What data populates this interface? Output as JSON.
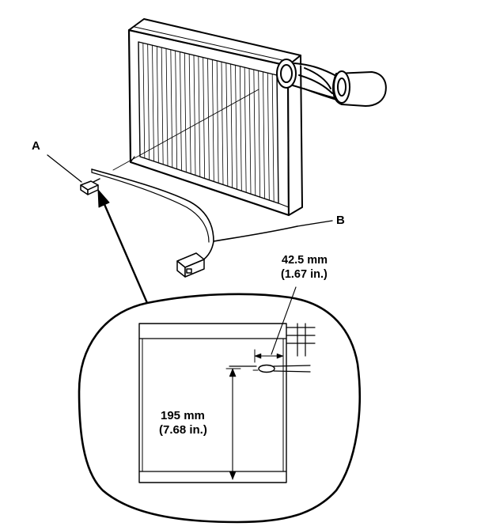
{
  "callouts": {
    "a": "A",
    "b": "B"
  },
  "dimensions": {
    "offset_mm": "42.5 mm",
    "offset_in": "(1.67 in.)",
    "height_mm": "195 mm",
    "height_in": "(7.68 in.)"
  },
  "colors": {
    "line": "#000000",
    "background": "#ffffff"
  }
}
